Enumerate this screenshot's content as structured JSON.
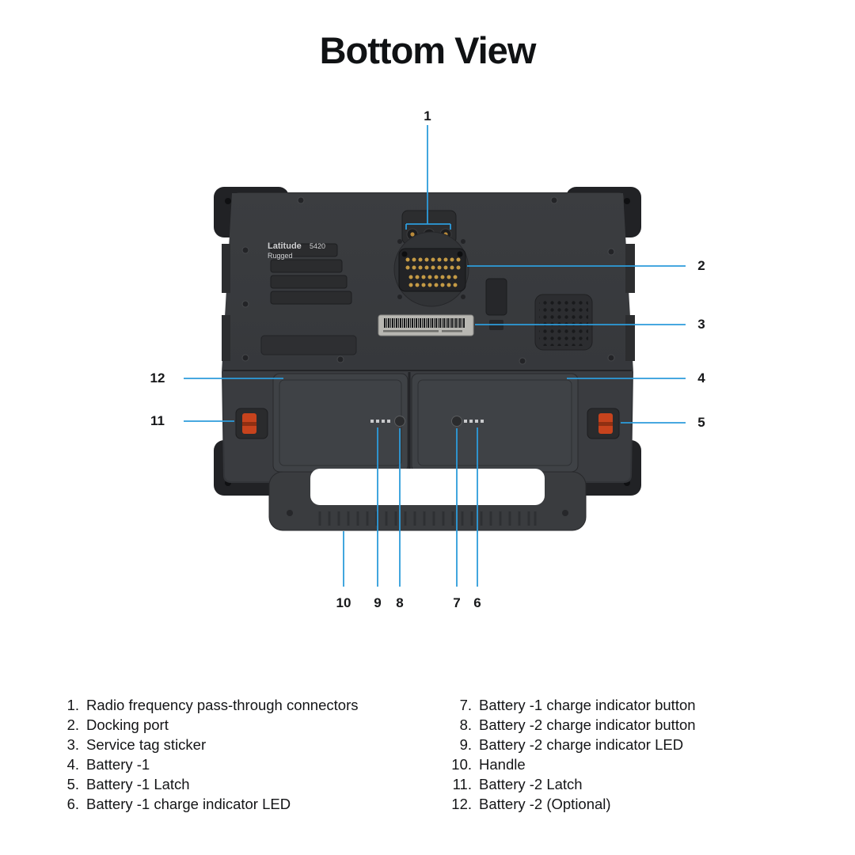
{
  "title": "Bottom View",
  "device": {
    "brand": "Latitude",
    "model": "5420",
    "series": "Rugged"
  },
  "colors": {
    "callout_line": "#2D9CDB",
    "chassis": "#36383B",
    "latch_accent": "#C7431D",
    "text": "#17181A",
    "background": "#FFFFFF"
  },
  "callouts": {
    "n1": "1",
    "n2": "2",
    "n3": "3",
    "n4": "4",
    "n5": "5",
    "n6": "6",
    "n7": "7",
    "n8": "8",
    "n9": "9",
    "n10": "10",
    "n11": "11",
    "n12": "12"
  },
  "legend": {
    "left": [
      {
        "num": "1.",
        "label": "Radio frequency pass-through connectors"
      },
      {
        "num": "2.",
        "label": "Docking port"
      },
      {
        "num": "3.",
        "label": "Service tag sticker"
      },
      {
        "num": "4.",
        "label": "Battery -1"
      },
      {
        "num": "5.",
        "label": "Battery -1 Latch"
      },
      {
        "num": "6.",
        "label": "Battery -1 charge indicator LED"
      }
    ],
    "right": [
      {
        "num": "7.",
        "label": "Battery -1 charge indicator button"
      },
      {
        "num": "8.",
        "label": "Battery -2 charge indicator button"
      },
      {
        "num": "9.",
        "label": "Battery -2 charge indicator LED"
      },
      {
        "num": "10.",
        "label": "Handle"
      },
      {
        "num": "11.",
        "label": "Battery -2 Latch"
      },
      {
        "num": "12.",
        "label": "Battery -2 (Optional)"
      }
    ]
  }
}
